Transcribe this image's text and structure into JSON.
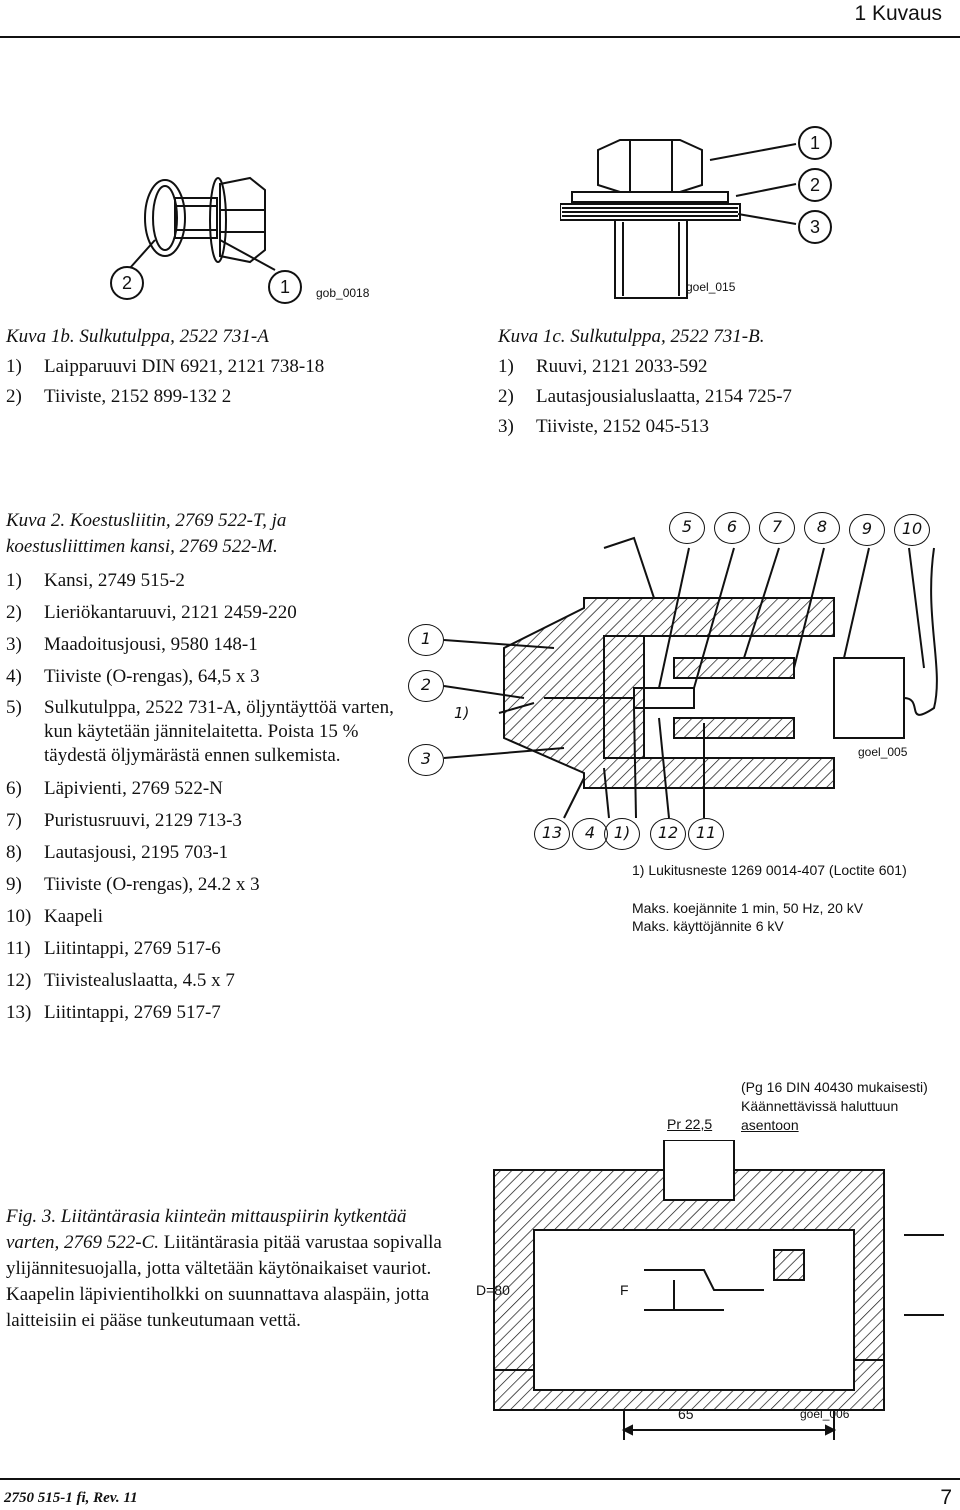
{
  "header": {
    "section": "1 Kuvaus"
  },
  "fig1b": {
    "code": "gob_0018",
    "callouts": [
      "2",
      "1"
    ],
    "title": "Kuva 1b. Sulkutulppa, 2522 731-A",
    "items": [
      {
        "num": "1)",
        "text": "Laipparuuvi DIN 6921, 2121 738-18"
      },
      {
        "num": "2)",
        "text": "Tiiviste, 2152 899-132 2"
      }
    ]
  },
  "fig1c": {
    "code": "goel_015",
    "callouts": [
      "1",
      "2",
      "3"
    ],
    "title": "Kuva 1c. Sulkutulppa, 2522 731-B.",
    "items": [
      {
        "num": "1)",
        "text": "Ruuvi, 2121 2033-592"
      },
      {
        "num": "2)",
        "text": "Lautasjousialuslaatta, 2154 725-7"
      },
      {
        "num": "3)",
        "text": "Tiiviste, 2152 045-513"
      }
    ]
  },
  "fig2": {
    "code": "goel_005",
    "title_line1": "Kuva 2. Koestusliitin, 2769 522-T, ja",
    "title_line2": "koestusliittimen kansi, 2769 522-M.",
    "items": [
      {
        "num": "1)",
        "text": "Kansi, 2749 515-2"
      },
      {
        "num": "2)",
        "text": "Lieriökantaruuvi, 2121 2459-220"
      },
      {
        "num": "3)",
        "text": "Maadoitusjousi, 9580 148-1"
      },
      {
        "num": "4)",
        "text": "Tiiviste (O-rengas), 64,5 x 3"
      },
      {
        "num": "5)",
        "text": "Sulkutulppa, 2522 731-A, öljyntäyttöä varten, kun käytetään jännitelaitetta. Poista 15 % täydestä öljymärästä ennen sulkemista."
      },
      {
        "num": "6)",
        "text": "Läpivienti, 2769 522-N"
      },
      {
        "num": "7)",
        "text": "Puristusruuvi, 2129 713-3"
      },
      {
        "num": "8)",
        "text": "Lautasjousi, 2195 703-1"
      },
      {
        "num": "9)",
        "text": "Tiiviste (O-rengas), 24.2 x 3"
      },
      {
        "num": "10)",
        "text": "Kaapeli"
      },
      {
        "num": "11)",
        "text": "Liitintappi, 2769 517-6"
      },
      {
        "num": "12)",
        "text": "Tiivistealuslaatta, 4.5 x 7"
      },
      {
        "num": "13)",
        "text": "Liitintappi, 2769 517-7"
      }
    ],
    "callouts_top": [
      "5",
      "6",
      "7",
      "8",
      "9",
      "10"
    ],
    "callouts_left": [
      "1",
      "2",
      "3"
    ],
    "callouts_bottom": [
      "13",
      "4",
      "1)",
      "12",
      "11"
    ],
    "callout_inner": "1)",
    "note1": "1) Lukitusneste 1269 0014-407 (Loctite 601)",
    "note2": "Maks. koejännite 1 min, 50 Hz, 20 kV",
    "note3": "Maks. käyttöjännite 6 kV"
  },
  "fig3": {
    "code": "goel_006",
    "label_pr": "Pr 22,5",
    "label_pg1": "(Pg 16 DIN 40430 mukaisesti)",
    "label_pg2": "Käännettävissä haluttuun",
    "label_pg3": "asentoon",
    "label_d": "D=80",
    "label_f": "F",
    "label_65": "65",
    "caption_italic": "Fig. 3. Liitäntärasia kiinteän mittauspiirin kytkentää varten, 2769 522-C.",
    "caption_text": " Liitäntärasia pitää varustaa sopivalla ylijännitesuojalla, jotta vältetään käytönaikaiset vauriot. Kaapelin läpivientiholkki on suunnattava alaspäin, jotta laitteisiin ei pääse tunkeutumaan vettä."
  },
  "footer": {
    "doc": "2750 515-1 fi, Rev. 11",
    "page": "7"
  }
}
